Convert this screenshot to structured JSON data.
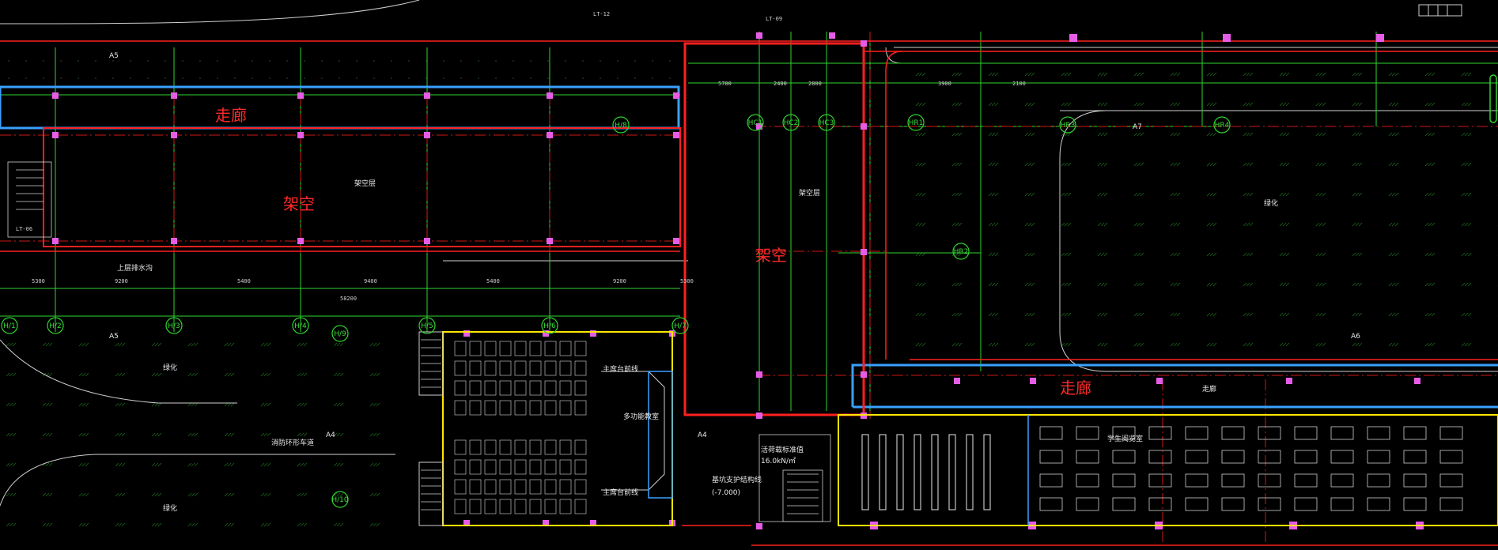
{
  "drawing": {
    "labels_main": {
      "corridor_top": "走廊",
      "corridor_bottom": "走廊",
      "open_left": "架空",
      "open_center": "架空"
    },
    "labels_small": {
      "open_floor_left": "架空层",
      "open_floor_center": "架空层",
      "greenery_right": "绿化",
      "greenery_left": "绿化",
      "greenery_bottom": "绿化",
      "corridor_level": "走廊",
      "learning_gallery": "学生阅览室",
      "multi_media": "多功能教室",
      "drainage_ditch": "上层排水沟",
      "basement_note": "基坑支护结构线",
      "basement_elev": "(-7.000)",
      "load_note": "活荷载标准值",
      "load_value": "16.0kN/㎡",
      "traffic_pedestrian": "消防环形车道",
      "seating_left_upper": "主席台前线",
      "seating_left_lower": "主席台前线"
    },
    "grid_tags": {
      "a5_top": "A5",
      "a5_bottom": "A5",
      "a4_left": "A4",
      "a4_right": "A4",
      "a6": "A6",
      "a7": "A7",
      "lt06": "LT-06",
      "lt09": "LT-09",
      "lt12": "LT-12"
    },
    "axis_bubbles_top": [
      "H/1",
      "H/2",
      "H/3",
      "H/4",
      "H/5",
      "H/6",
      "H/7",
      "H/8",
      "H/9",
      "H/10"
    ],
    "axis_bubbles_center": [
      "HC1",
      "HC2",
      "HC3"
    ],
    "axis_bubbles_right": [
      "HR1",
      "HR2",
      "HR3",
      "HR4"
    ],
    "dimensions": [
      "5300",
      "9200",
      "5400",
      "9400",
      "5400",
      "9200",
      "5300",
      "58200",
      "5700",
      "2400",
      "2800",
      "3900",
      "2100"
    ],
    "colors": {
      "background": "#000000",
      "structure": "#ff2020",
      "corridor": "#3aa0ff",
      "grid": "#2fd42f",
      "annotation": "#e8e8e8",
      "column": "#ff5cff",
      "wall": "#ffe600",
      "seating": "#c8c8c8"
    }
  }
}
